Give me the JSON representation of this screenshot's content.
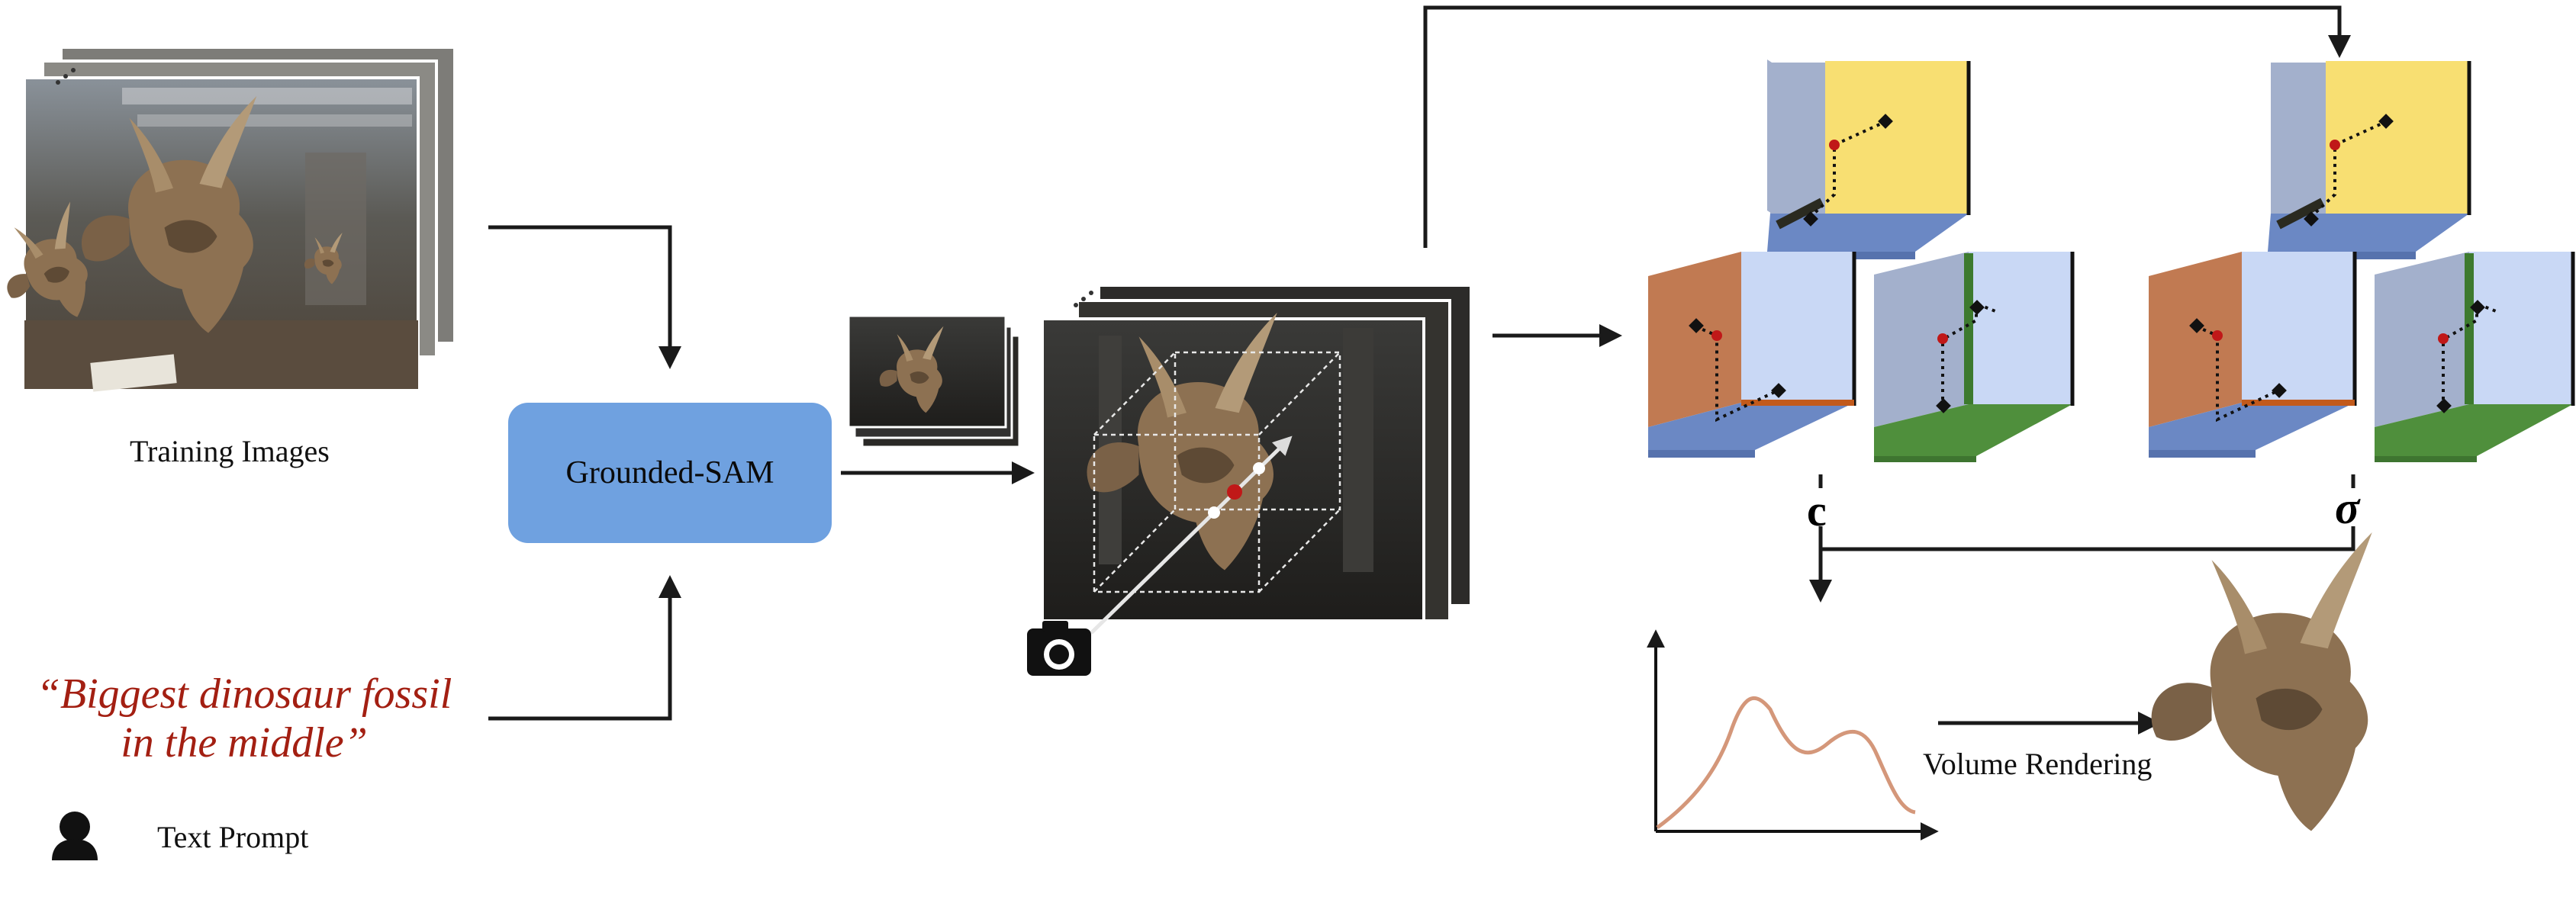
{
  "captions": {
    "training_images": "Training Images",
    "text_prompt": "Text Prompt",
    "volume_rendering": "Volume Rendering"
  },
  "model": {
    "label": "Grounded-SAM"
  },
  "prompt": {
    "line1": "“Biggest dinosaur fossil",
    "line2": "in the middle”"
  },
  "symbols": {
    "color": "c",
    "density": "σ"
  },
  "colors": {
    "arrow": "#1a1a1a",
    "model_box": "#6fa1e0",
    "prompt_text": "#a31f12",
    "wall_blue": "#c9d8f5",
    "wall_gray": "#a3b0cc",
    "floor_blue": "#6b88c4",
    "wall_yellow": "#f8df72",
    "wall_brown": "#c17a52",
    "floor_green": "#4f8f3c",
    "curve": "#d4977a",
    "sample_point": "#c01818"
  },
  "icons": [
    "camera-icon",
    "user-icon"
  ]
}
